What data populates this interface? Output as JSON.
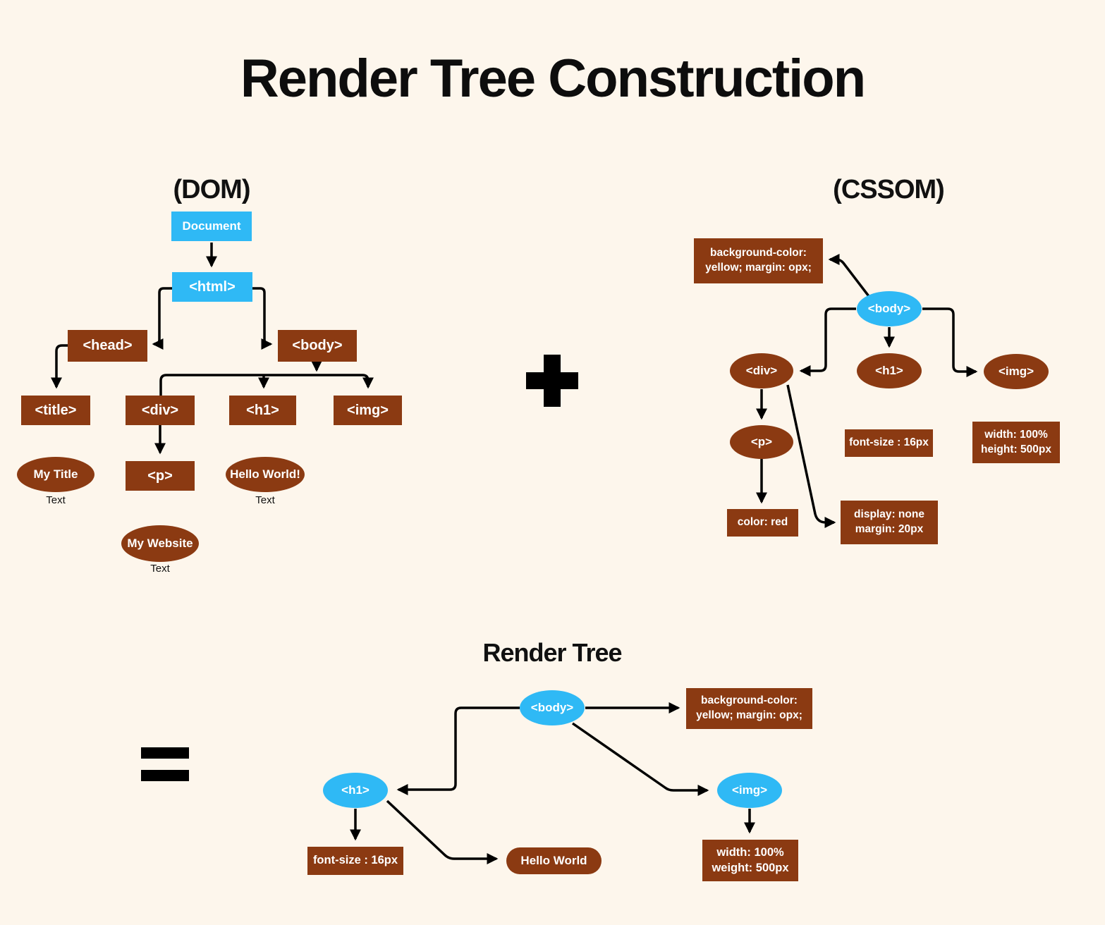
{
  "title": "Render Tree Construction",
  "operators": {
    "plus": "+",
    "equals": "="
  },
  "colors": {
    "background": "#FDF6EC",
    "node_blue": "#2FB9F5",
    "node_brown": "#8B3A12",
    "line_black": "#000000",
    "text_white": "#FFFFFF"
  },
  "dom": {
    "label": "(DOM)",
    "nodes": {
      "document": "Document",
      "html": "<html>",
      "head": "<head>",
      "body": "<body>",
      "title_tag": "<title>",
      "div": "<div>",
      "h1": "<h1>",
      "img": "<img>",
      "p": "<p>",
      "my_title": "My Title",
      "hello_world": "Hello World!",
      "my_website": "My Website"
    },
    "text_label": "Text"
  },
  "cssom": {
    "label": "(CSSOM)",
    "nodes": {
      "body": "<body>",
      "div": "<div>",
      "h1": "<h1>",
      "img": "<img>",
      "p": "<p>"
    },
    "rules": {
      "background": {
        "lines": [
          "background-color:",
          "yellow; margin: opx;"
        ]
      },
      "font_size": {
        "lines": [
          "font-size : 16px"
        ]
      },
      "dimensions": {
        "lines": [
          "width: 100%",
          "height: 500px"
        ]
      },
      "color": {
        "lines": [
          "color: red"
        ]
      },
      "display": {
        "lines": [
          "display: none",
          "margin: 20px"
        ]
      }
    }
  },
  "render_tree": {
    "label": "Render Tree",
    "nodes": {
      "body": "<body>",
      "h1": "<h1>",
      "img": "<img>",
      "hello_world": "Hello World"
    },
    "rules": {
      "background": {
        "lines": [
          "background-color:",
          "yellow; margin: opx;"
        ]
      },
      "font_size": {
        "lines": [
          "font-size : 16px"
        ]
      },
      "dimensions": {
        "lines": [
          "width: 100%",
          "weight: 500px"
        ]
      }
    }
  }
}
